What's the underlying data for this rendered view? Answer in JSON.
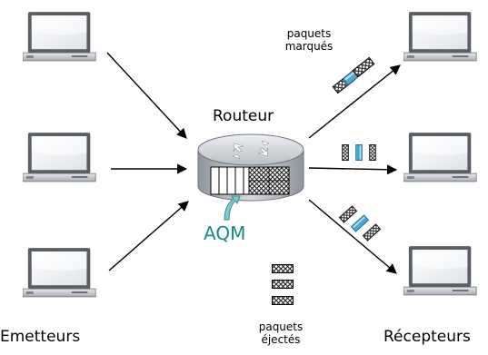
{
  "labels": {
    "router": "Routeur",
    "aqm": "AQM",
    "senders": "Emetteurs",
    "receivers": "Récepteurs",
    "marked_line1": "paquets",
    "marked_line2": "marqués",
    "dropped_line1": "paquets",
    "dropped_line2": "éjectés"
  },
  "colors": {
    "aqm": "#1a8a8a",
    "marked_packet": "#4aa7d6",
    "arrow": "#000000",
    "router_body": "#c9cdd3"
  },
  "icons": {
    "computer": "desktop-computer-icon",
    "router": "router-icon",
    "packet": "packet-icon",
    "marked_packet": "marked-packet-icon"
  }
}
